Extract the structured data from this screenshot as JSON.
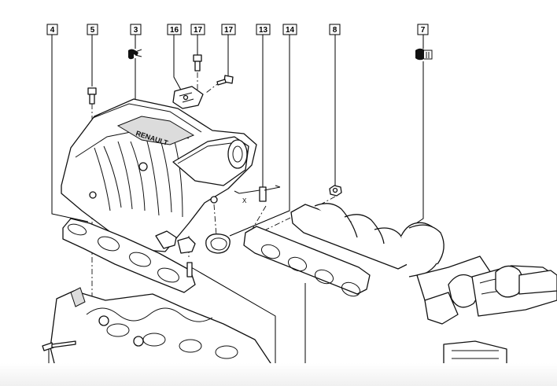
{
  "callouts": [
    {
      "id": "callout-4",
      "label": "4"
    },
    {
      "id": "callout-5",
      "label": "5"
    },
    {
      "id": "callout-3",
      "label": "3"
    },
    {
      "id": "callout-16",
      "label": "16"
    },
    {
      "id": "callout-17a",
      "label": "17"
    },
    {
      "id": "callout-17b",
      "label": "17"
    },
    {
      "id": "callout-13",
      "label": "13"
    },
    {
      "id": "callout-14",
      "label": "14"
    },
    {
      "id": "callout-8",
      "label": "8"
    },
    {
      "id": "callout-7",
      "label": "7"
    }
  ],
  "dimension_label": "X",
  "manifold_logo_text": "RENAULT"
}
